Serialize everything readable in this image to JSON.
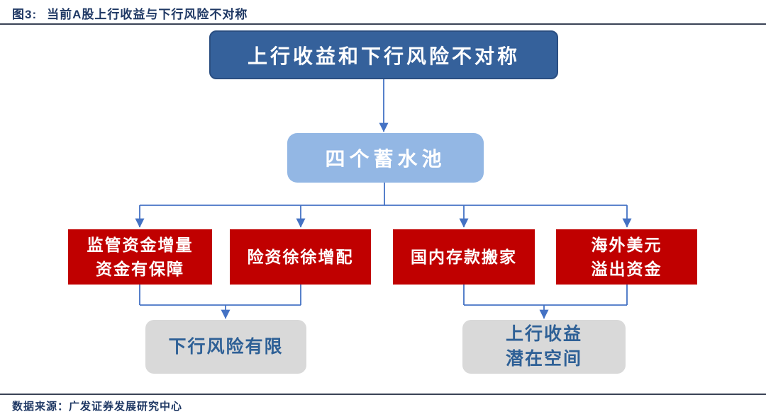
{
  "header": {
    "fig_label": "图3:",
    "title": "当前A股上行收益与下行风险不对称"
  },
  "diagram": {
    "top_node": "上行收益和下行风险不对称",
    "pool_node": "四个蓄水池",
    "red_nodes": [
      "监管资金增量\n资金有保障",
      "险资徐徐增配",
      "国内存款搬家",
      "海外美元\n溢出资金"
    ],
    "gray_nodes": [
      "下行风险有限",
      "上行收益\n潜在空间"
    ],
    "colors": {
      "top_node_bg": "#35619B",
      "pool_node_bg": "#93B7E4",
      "red_node_bg": "#C00000",
      "gray_node_bg": "#D9D9D9",
      "gray_text": "#2E6096",
      "connector": "#4472C4",
      "title_text": "#1F3864"
    }
  },
  "footer": {
    "source": "数据来源：广发证券发展研究中心"
  }
}
